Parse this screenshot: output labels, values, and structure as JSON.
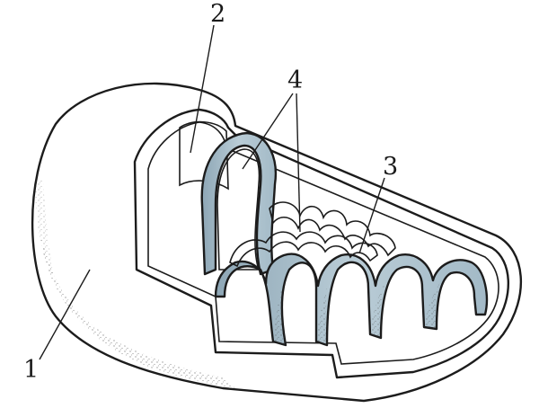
{
  "diagram": {
    "labels": [
      {
        "id": "outer-membrane",
        "text": "1"
      },
      {
        "id": "intermembrane-space",
        "text": "2"
      },
      {
        "id": "cristae",
        "text": "3"
      },
      {
        "id": "inner-membrane",
        "text": "4"
      }
    ],
    "colors": {
      "matrix": "#b9ccd6",
      "matrix_dark": "#9fb6c3",
      "outer_surface": "#ffffff",
      "stipple": "#555555",
      "ink": "#1c1c1c"
    }
  }
}
